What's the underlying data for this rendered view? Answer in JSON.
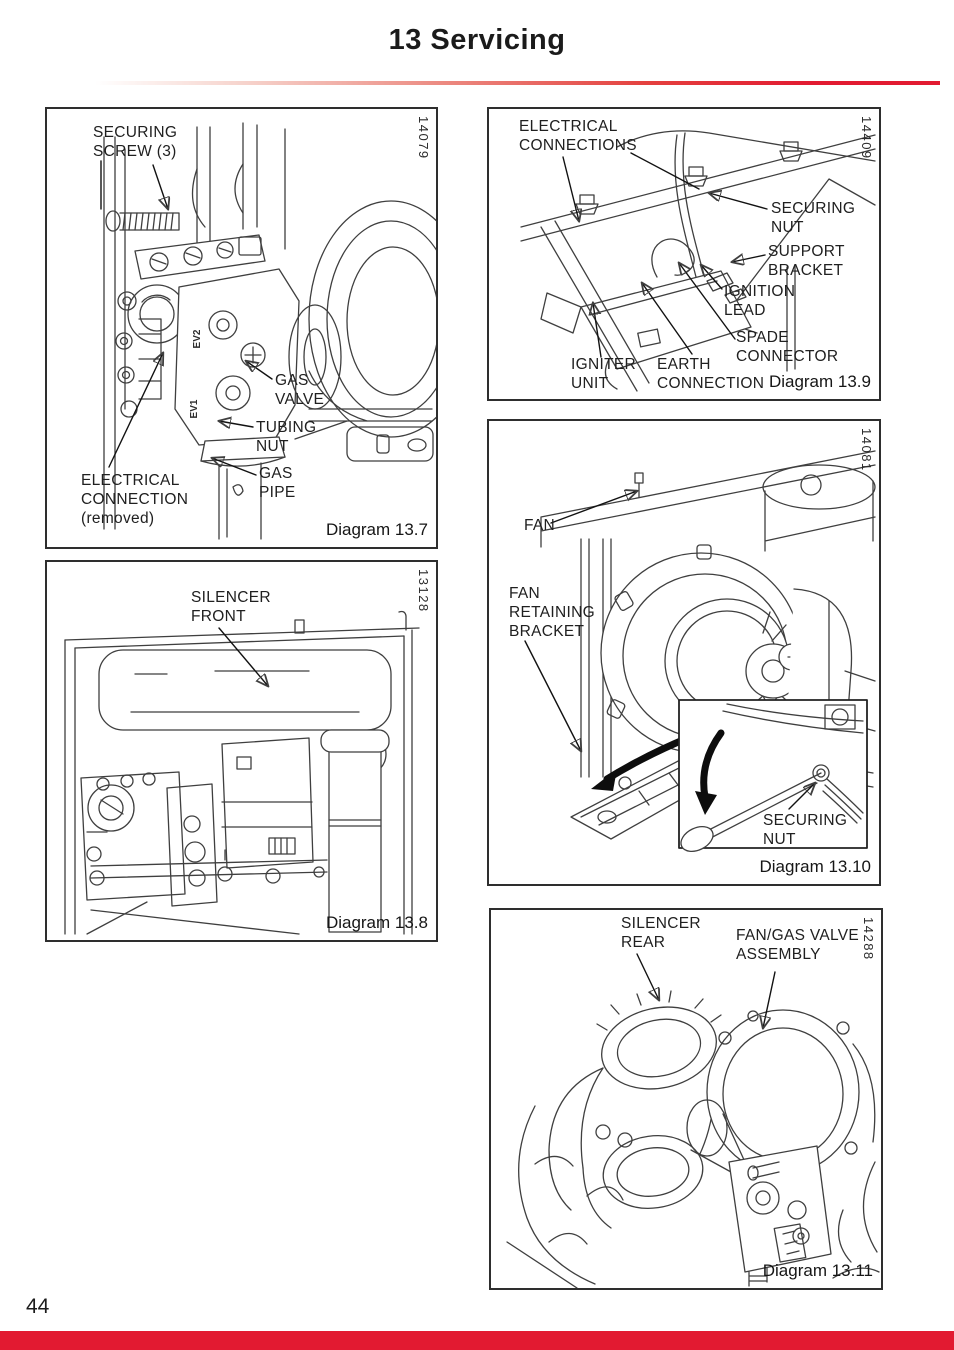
{
  "page": {
    "title": "13  Servicing",
    "page_number": "44",
    "accent_red": "#e21a31"
  },
  "diagrams": {
    "d7": {
      "id_number": "14079",
      "caption": "Diagram 13.7",
      "labels": {
        "securing_screw": "SECURING\nSCREW (3)",
        "gas_valve": "GAS\nVALVE",
        "tubing_nut": "TUBING\nNUT",
        "gas_pipe": "GAS\nPIPE",
        "electrical_connection": "ELECTRICAL\nCONNECTION\n(removed)"
      },
      "drawing_text": {
        "ev2": "EV2",
        "ev1": "EV1"
      }
    },
    "d8": {
      "id_number": "13128",
      "caption": "Diagram 13.8",
      "labels": {
        "silencer_front": "SILENCER\nFRONT"
      }
    },
    "d9": {
      "id_number": "14409",
      "caption": "Diagram 13.9",
      "labels": {
        "electrical_connections": "ELECTRICAL\nCONNECTIONS",
        "securing_nut": "SECURING\nNUT",
        "support_bracket": "SUPPORT\nBRACKET",
        "ignition_lead": "IGNITION\nLEAD",
        "spade_connector": "SPADE\nCONNECTOR",
        "igniter_unit": "IGNITER\nUNIT",
        "earth_connection": "EARTH\nCONNECTION"
      }
    },
    "d10": {
      "id_number": "14081",
      "caption": "Diagram 13.10",
      "labels": {
        "fan": "FAN",
        "fan_retaining_bracket": "FAN\nRETAINING\nBRACKET",
        "securing_nut": "SECURING\nNUT"
      }
    },
    "d11": {
      "id_number": "14288",
      "caption": "Diagram 13.11",
      "labels": {
        "silencer_rear": "SILENCER\nREAR",
        "fan_gas_valve_assembly": "FAN/GAS VALVE\nASSEMBLY"
      }
    }
  }
}
